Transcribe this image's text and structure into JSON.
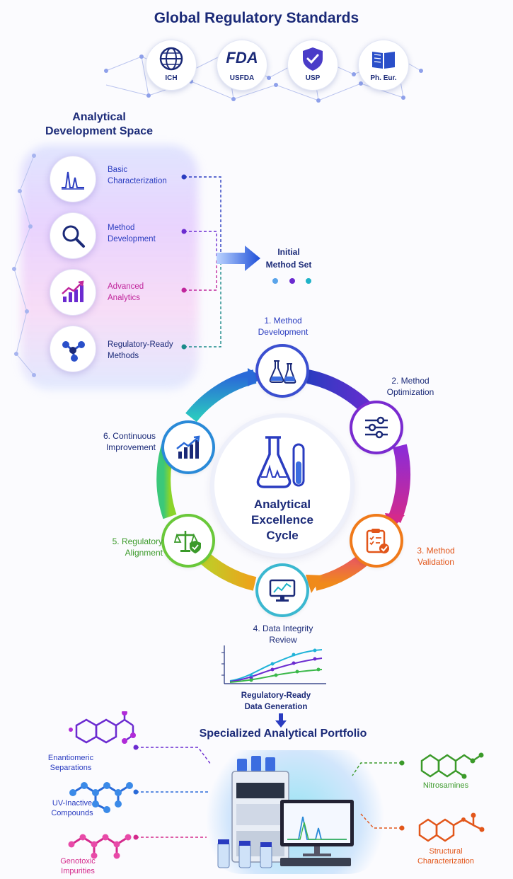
{
  "header": {
    "title": "Global Regulatory Standards"
  },
  "standards": [
    {
      "label": "ICH",
      "icon": "globe-icon"
    },
    {
      "label": "USFDA",
      "icon": "fda-logo",
      "logo_text": "FDA"
    },
    {
      "label": "USP",
      "icon": "shield-check-icon"
    },
    {
      "label": "Ph. Eur.",
      "icon": "book-icon"
    }
  ],
  "development": {
    "heading_line1": "Analytical",
    "heading_line2": "Development Space",
    "items": [
      {
        "line1": "Basic",
        "line2": "Characterization",
        "color": "#2a3cc0",
        "icon": "chromatogram-icon"
      },
      {
        "line1": "Method",
        "line2": "Development",
        "color": "#2a3cc0",
        "icon": "magnifier-icon"
      },
      {
        "line1": "Advanced",
        "line2": "Analytics",
        "color": "#c0269c",
        "icon": "growth-chart-icon"
      },
      {
        "line1": "Regulatory-Ready",
        "line2": "Methods",
        "color": "#1b2a78",
        "icon": "molecule-icon"
      }
    ],
    "output_line1": "Initial",
    "output_line2": "Method Set"
  },
  "cycle": {
    "center_line1": "Analytical",
    "center_line2": "Excellence",
    "center_line3": "Cycle",
    "steps": [
      {
        "line1": "1. Method",
        "line2": "Development",
        "color": "#2a3cc0",
        "icon": "flasks-icon"
      },
      {
        "line1": "2. Method",
        "line2": "Optimization",
        "color": "#1b2a78",
        "icon": "sliders-icon"
      },
      {
        "line1": "3. Method",
        "line2": "Validation",
        "color": "#e2561a",
        "icon": "clipboard-check-icon"
      },
      {
        "line1": "4. Data Integrity",
        "line2": "Review",
        "color": "#1b2a78",
        "icon": "monitor-chart-icon"
      },
      {
        "line1": "5. Regulatory",
        "line2": "Alignment",
        "color": "#3b9a2a",
        "icon": "scales-shield-icon"
      },
      {
        "line1": "6. Continuous",
        "line2": "Improvement",
        "color": "#1b2a78",
        "icon": "bar-growth-icon"
      }
    ]
  },
  "data_generation": {
    "line1": "Regulatory-Ready",
    "line2": "Data Generation"
  },
  "portfolio": {
    "heading": "Specialized Analytical Portfolio",
    "left": [
      {
        "line1": "Enantiomeric",
        "line2": "Separations",
        "color": "#2a3cc0"
      },
      {
        "line1": "UV-Inactive",
        "line2": "Compounds",
        "color": "#2a3cc0"
      },
      {
        "line1": "Genotoxic",
        "line2": "Impurities",
        "color": "#d42a8c"
      }
    ],
    "right": [
      {
        "line1": "Nitrosamines",
        "line2": "",
        "color": "#3b9a2a"
      },
      {
        "line1": "Structural",
        "line2": "Characterization",
        "color": "#e2561a"
      }
    ]
  }
}
